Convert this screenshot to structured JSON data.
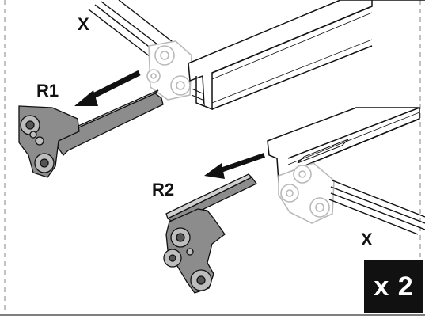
{
  "labels": {
    "x_top": "X",
    "r1": "R1",
    "r2": "R2",
    "x_bottom": "X"
  },
  "badge": {
    "quantity": "x 2"
  },
  "colors": {
    "line": "#111111",
    "ghost_part": "#b9b9b9",
    "bracket_fill": "#8c8c8c",
    "badge_bg": "#111111",
    "badge_text": "#ffffff",
    "frame_dash": "#9a9a9a"
  }
}
